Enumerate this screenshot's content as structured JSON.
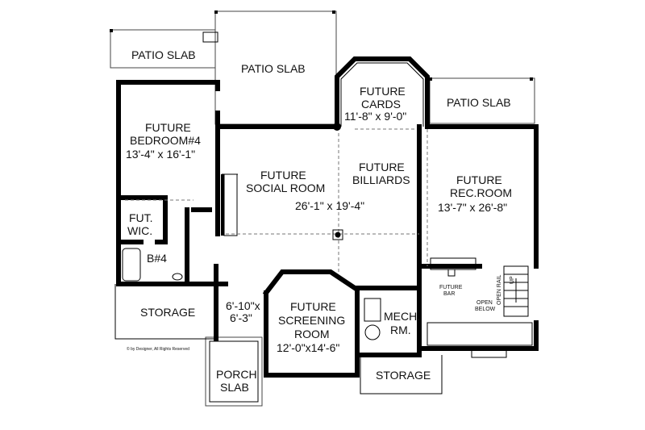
{
  "rooms": {
    "patio_slab_left": "PATIO SLAB",
    "patio_slab_center": "PATIO SLAB",
    "patio_slab_right": "PATIO SLAB",
    "cards": [
      "FUTURE",
      "CARDS",
      "11'-8\" x 9'-0\""
    ],
    "bedroom4": [
      "FUTURE",
      "BEDROOM#4",
      "13'-4\" x 16'-1\""
    ],
    "social": [
      "FUTURE",
      "SOCIAL ROOM"
    ],
    "billiards": [
      "FUTURE",
      "BILLIARDS"
    ],
    "social_billiards_dim": "26'-1\" x 19'-4\"",
    "rec_room": [
      "FUTURE",
      "REC.ROOM",
      "13'-7\" x 26'-8\""
    ],
    "wic": [
      "FUT.",
      "WIC."
    ],
    "bath4": "B#4",
    "storage_left": "STORAGE",
    "hall_dim": [
      "6'-10\"x",
      "6'-3\""
    ],
    "screening": [
      "FUTURE",
      "SCREENING",
      "ROOM",
      "12'-0\"x14'-6\""
    ],
    "mech": [
      "MECH.",
      "RM."
    ],
    "storage_right": "STORAGE",
    "porch": [
      "PORCH",
      "SLAB"
    ],
    "bar": [
      "FUTURE",
      "BAR"
    ],
    "open_below": [
      "OPEN",
      "BELOW"
    ],
    "open_rail": "OPEN RAIL",
    "stair_up": "UP"
  },
  "copyright": "© by Designer, All Rights Reserved"
}
